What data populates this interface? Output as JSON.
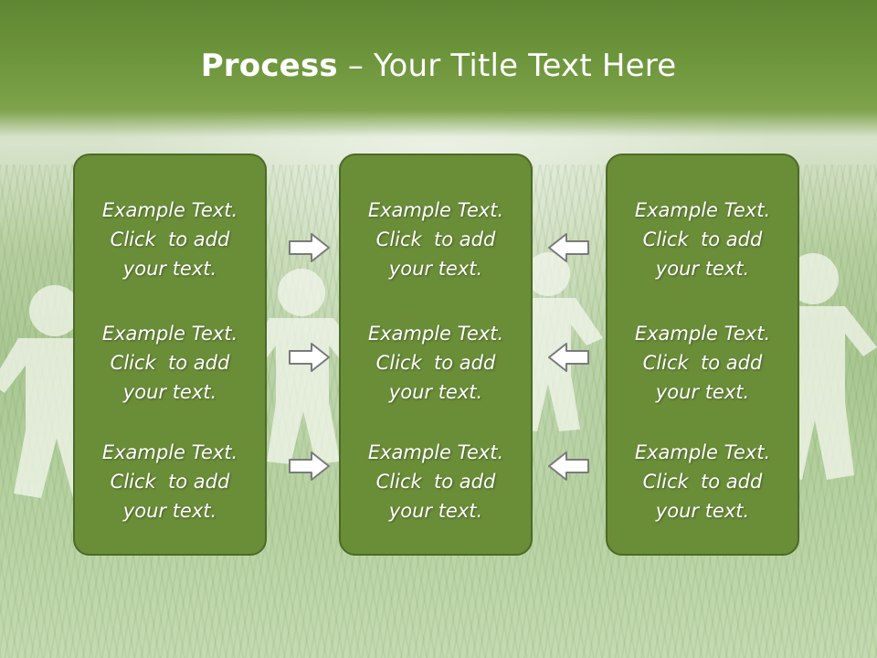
{
  "title": {
    "bold": "Process",
    "rest": " – Your Title Text Here"
  },
  "columns": [
    {
      "items": [
        {
          "line1": "Example Text.",
          "line2": "Click  to add",
          "line3": "your text."
        },
        {
          "line1": "Example Text.",
          "line2": "Click  to add",
          "line3": "your text."
        },
        {
          "line1": "Example Text.",
          "line2": "Click  to add",
          "line3": "your text."
        }
      ]
    },
    {
      "items": [
        {
          "line1": "Example Text.",
          "line2": "Click  to add",
          "line3": "your text."
        },
        {
          "line1": "Example Text.",
          "line2": "Click  to add",
          "line3": "your text."
        },
        {
          "line1": "Example Text.",
          "line2": "Click  to add",
          "line3": "your text."
        }
      ]
    },
    {
      "items": [
        {
          "line1": "Example Text.",
          "line2": "Click  to add",
          "line3": "your text."
        },
        {
          "line1": "Example Text.",
          "line2": "Click  to add",
          "line3": "your text."
        },
        {
          "line1": "Example Text.",
          "line2": "Click  to add",
          "line3": "your text."
        }
      ]
    }
  ],
  "arrows": {
    "left_group": "right-arrow-icon",
    "right_group": "left-arrow-icon"
  },
  "colors": {
    "title_bar": "#6e963c",
    "box_fill": "#6a8d38",
    "box_border": "#4c6b26",
    "text": "#ffffff",
    "arrow_fill": "#ffffff",
    "arrow_stroke": "#7a7a7a"
  }
}
